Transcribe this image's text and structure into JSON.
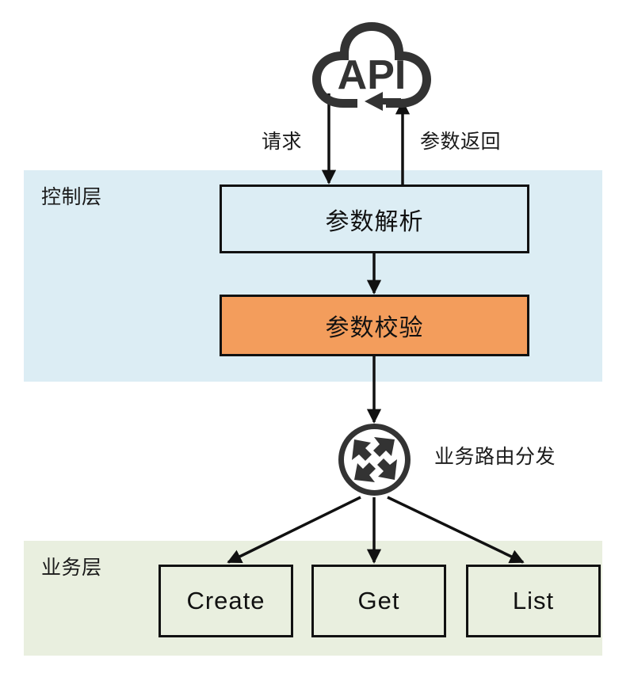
{
  "diagram": {
    "title": "API request handling layered flow",
    "colors": {
      "control_band": "#dcedf4",
      "business_band": "#e9efdf",
      "highlight_box": "#f39d5c",
      "stroke": "#111111",
      "icon": "#333333",
      "page_background": "#ffffff"
    },
    "bands": [
      {
        "id": "control",
        "label": "控制层"
      },
      {
        "id": "business",
        "label": "业务层"
      }
    ],
    "api": {
      "icon": "cloud-api-icon",
      "label": "API"
    },
    "edges": [
      {
        "id": "request",
        "label": "请求",
        "from": "API",
        "to": "参数解析",
        "direction": "down"
      },
      {
        "id": "return",
        "label": "参数返回",
        "from": "参数解析",
        "to": "API",
        "direction": "up"
      },
      {
        "id": "parse-to-validate",
        "label": "",
        "from": "参数解析",
        "to": "参数校验",
        "direction": "down"
      },
      {
        "id": "validate-to-router",
        "label": "",
        "from": "参数校验",
        "to": "业务路由分发",
        "direction": "down"
      },
      {
        "id": "router-to-create",
        "label": "",
        "from": "业务路由分发",
        "to": "Create",
        "direction": "down-left"
      },
      {
        "id": "router-to-get",
        "label": "",
        "from": "业务路由分发",
        "to": "Get",
        "direction": "down"
      },
      {
        "id": "router-to-list",
        "label": "",
        "from": "业务路由分发",
        "to": "List",
        "direction": "down-right"
      }
    ],
    "control_nodes": [
      {
        "id": "parse",
        "label": "参数解析",
        "highlight": false
      },
      {
        "id": "validate",
        "label": "参数校验",
        "highlight": true
      }
    ],
    "router": {
      "icon": "four-way-arrows-icon",
      "label": "业务路由分发"
    },
    "business_nodes": [
      {
        "id": "create",
        "label": "Create"
      },
      {
        "id": "get",
        "label": "Get"
      },
      {
        "id": "list",
        "label": "List"
      }
    ]
  }
}
